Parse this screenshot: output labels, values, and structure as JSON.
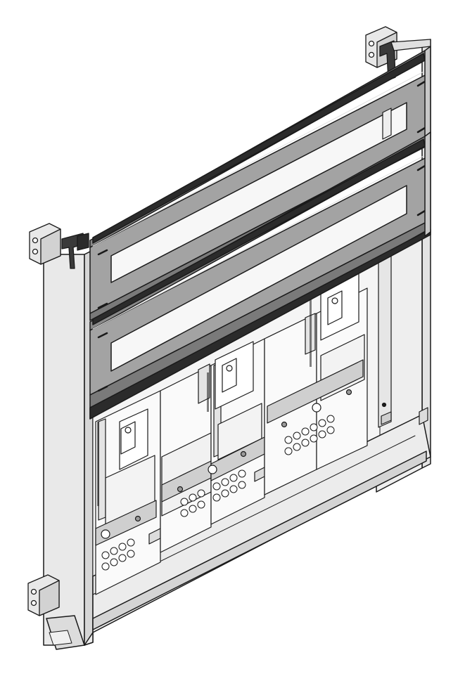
{
  "colors": {
    "background": "#ffffff",
    "outline": "#1a1a1a",
    "frame_light": "#eeeeee",
    "frame_mid": "#d9d9d9",
    "frame_dark": "#bdbdbd",
    "panel_grey": "#9a9a9a",
    "panel_dark": "#6f6f6f",
    "rail_black": "#2b2b2b",
    "module_white": "#fafafa",
    "window_light": "#f7f7f7"
  },
  "components": {
    "enclosure_frame": "cabinet-frame",
    "front_covers": [
      "upper-cover-plate",
      "lower-cover-plate"
    ],
    "modules": [
      "breaker-module-1",
      "breaker-module-2",
      "breaker-module-3",
      "breaker-module-4"
    ],
    "mounting_brackets": [
      "bracket-top-left",
      "bracket-top-right",
      "bracket-bottom-left"
    ]
  }
}
